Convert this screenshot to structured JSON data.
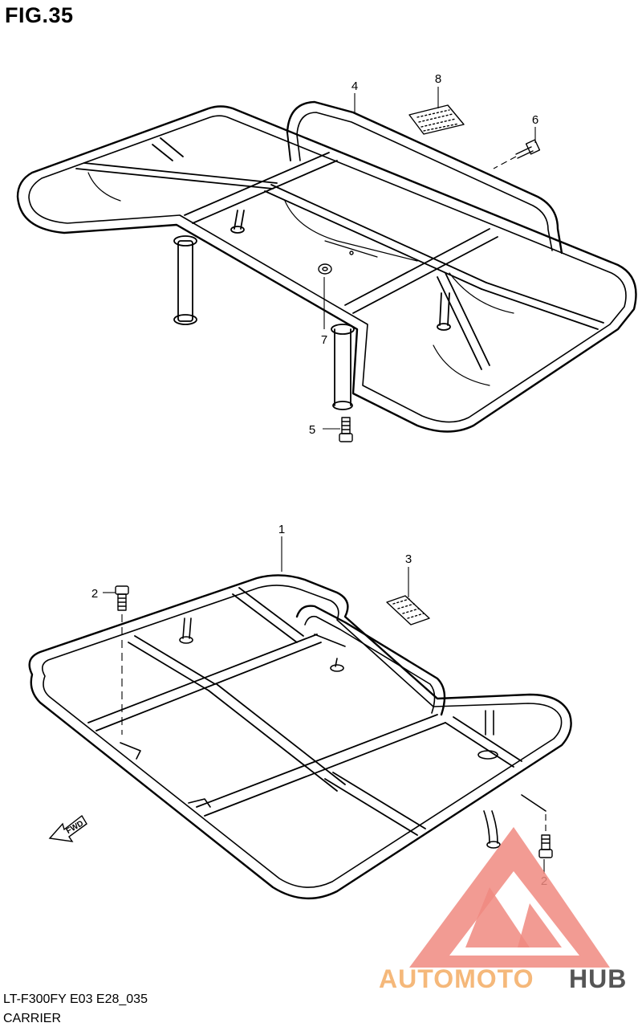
{
  "figure": {
    "title": "FIG.35",
    "model_code": "LT-F300FY E03 E28_035",
    "section": "CARRIER"
  },
  "callouts": {
    "c1": "1",
    "c2a": "2",
    "c2b": "2",
    "c3": "3",
    "c4": "4",
    "c5": "5",
    "c6": "6",
    "c7": "7",
    "c8": "8"
  },
  "direction_marker": {
    "label": "FWD"
  },
  "watermark": {
    "text_part1": "AUTOMOTO",
    "text_part2": "HUB",
    "color_primary": "#f08a80",
    "color_secondary": "#f5b87a",
    "color_dark": "#555555"
  },
  "colors": {
    "line": "#000000",
    "background": "#ffffff"
  }
}
